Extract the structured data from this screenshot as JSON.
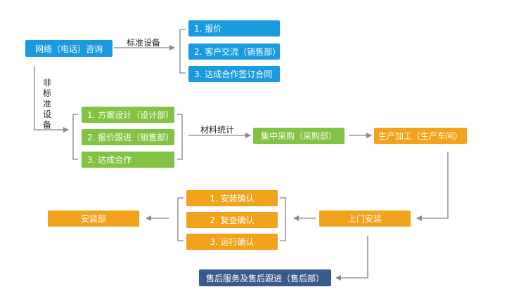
{
  "nodes": {
    "consult": "网络（电话）咨询",
    "std1": "1. 报价",
    "std2": "2. 客户交流（销售部）",
    "std3": "3. 达成合作签订合同",
    "ns1": "1. 方案设计（设计部）",
    "ns2": "2. 报价跟进（销售部）",
    "ns3": "3. 达成合作",
    "purchase": "集中采购（采购部）",
    "production": "生产加工（生产车间）",
    "onsite": "上门安装",
    "ins1": "1. 安装确认",
    "ins2": "2. 复查确认",
    "ins3": "3. 运行确认",
    "install_dept": "安装部",
    "after_sales": "售后服务及售后跟进（售后部）"
  },
  "labels": {
    "standard": "标准设备",
    "nonstandard": "非标准设备",
    "materials": "材料统计"
  },
  "colors": {
    "blue": "#1a9be0",
    "green": "#82c341",
    "orange": "#f3a21b",
    "navy": "#3a5a8c",
    "line": "#9a9a9a"
  }
}
